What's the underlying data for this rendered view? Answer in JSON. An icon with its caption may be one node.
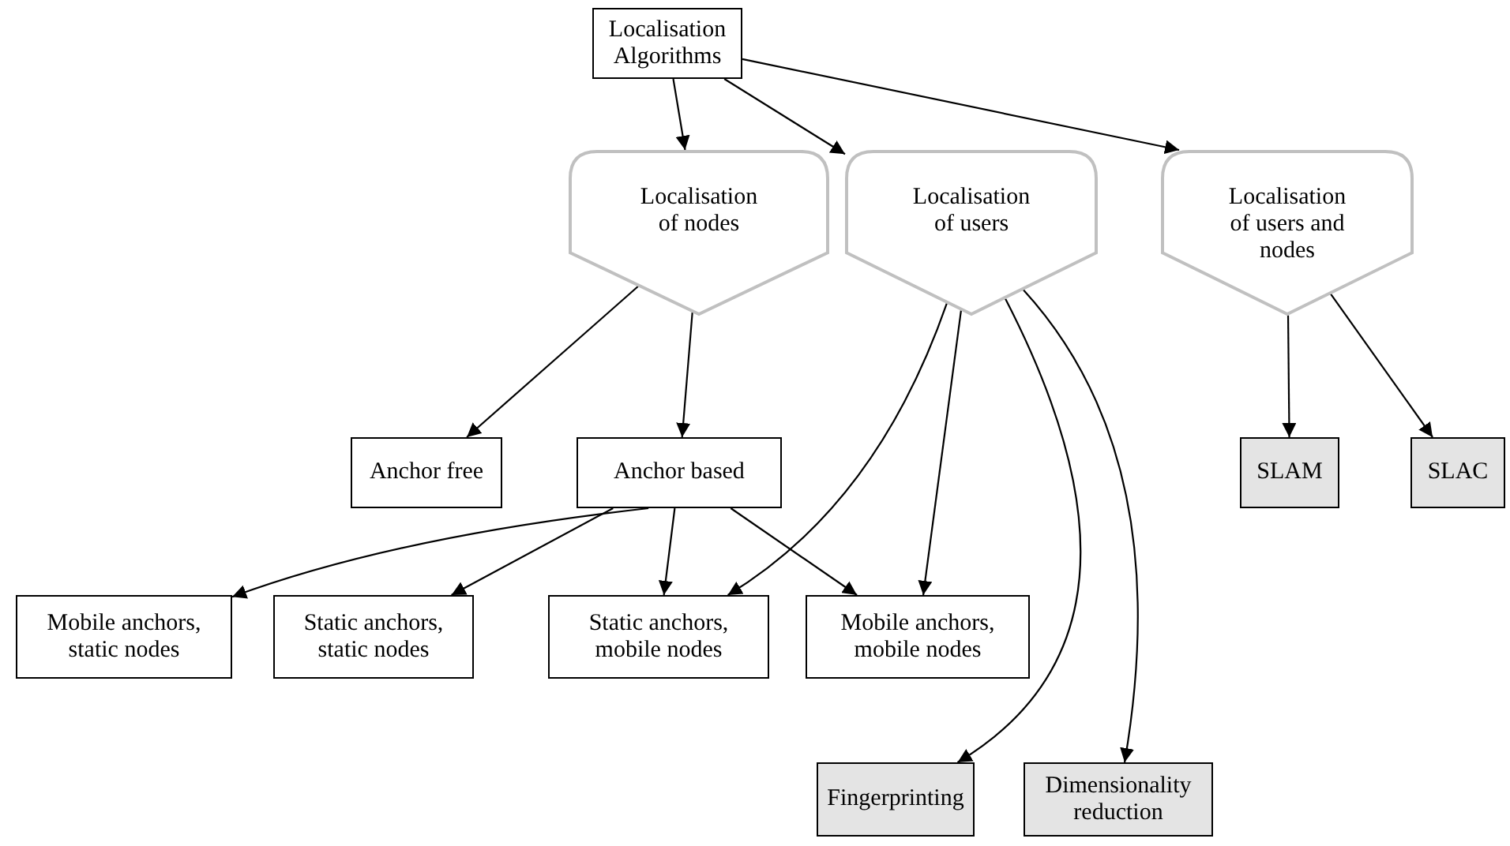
{
  "diagram": {
    "nodes": [
      {
        "text": [
          "Localisation Algorithms"
        ]
      },
      {
        "text": [
          "Localisation of nodes"
        ]
      },
      {
        "text": [
          "Localisation of users"
        ]
      },
      {
        "text": [
          "Localisation of users and nodes"
        ]
      },
      {
        "text": [
          "Anchor free"
        ]
      },
      {
        "text": [
          "Anchor based"
        ]
      },
      {
        "text": [
          "Mobile anchors, static nodes"
        ]
      },
      {
        "text": [
          "Static anchors, static nodes"
        ]
      },
      {
        "text": [
          "Static anchors, mobile nodes"
        ]
      },
      {
        "text": [
          "Mobile anchors, mobile nodes"
        ]
      },
      {
        "text": [
          "Fingerprinting"
        ]
      },
      {
        "text": [
          "Dimensionality reduction"
        ]
      },
      {
        "text": [
          "SLAM"
        ]
      },
      {
        "text": [
          "SLAC"
        ]
      }
    ],
    "edges": [
      {
        "from": 0,
        "to": 1,
        "arrow": "to"
      },
      {
        "from": 0,
        "to": 2,
        "arrow": "to"
      },
      {
        "from": 0,
        "to": 3,
        "arrow": "to"
      },
      {
        "from": 1,
        "to": 4,
        "arrow": "to"
      },
      {
        "from": 1,
        "to": 5,
        "arrow": "to"
      },
      {
        "from": 5,
        "to": 6,
        "arrow": "to"
      },
      {
        "from": 5,
        "to": 7,
        "arrow": "to"
      },
      {
        "from": 5,
        "to": 8,
        "arrow": "to"
      },
      {
        "from": 5,
        "to": 9,
        "arrow": "to"
      },
      {
        "from": 2,
        "to": 8,
        "arrow": "to"
      },
      {
        "from": 2,
        "to": 9,
        "arrow": "to"
      },
      {
        "from": 2,
        "to": 10,
        "arrow": "to"
      },
      {
        "from": 2,
        "to": 11,
        "arrow": "to"
      },
      {
        "from": 3,
        "to": 12,
        "arrow": "to"
      },
      {
        "from": 3,
        "to": 13,
        "arrow": "to"
      }
    ]
  }
}
